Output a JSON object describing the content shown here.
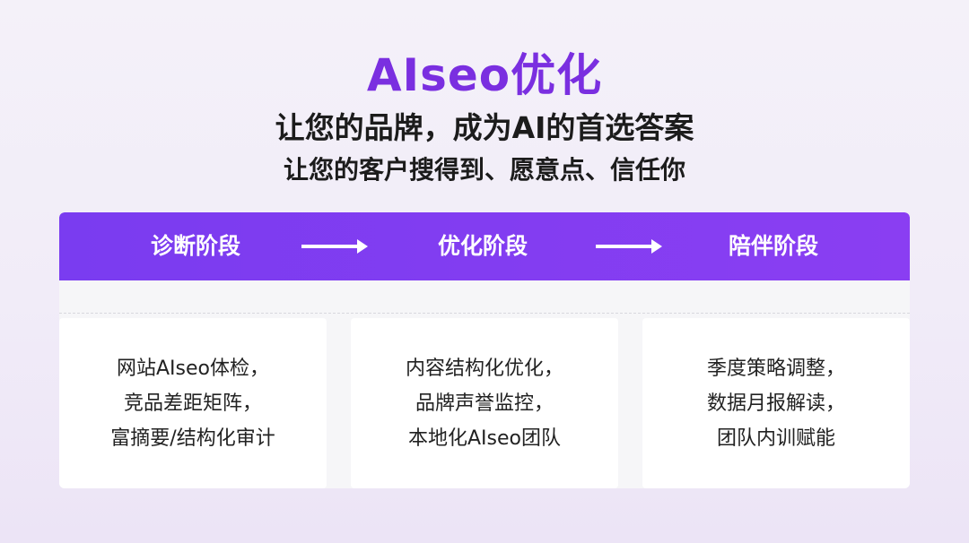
{
  "header": {
    "title": "AIseo优化",
    "subtitle1": "让您的品牌，成为AI的首选答案",
    "subtitle2": "让您的客户搜得到、愿意点、信任你"
  },
  "stages": [
    {
      "label": "诊断阶段",
      "lines": [
        "网站AIseo体检，",
        "竞品差距矩阵，",
        "富摘要/结构化审计"
      ]
    },
    {
      "label": "优化阶段",
      "lines": [
        "内容结构化优化，",
        "品牌声誉监控，",
        "本地化AIseo团队"
      ]
    },
    {
      "label": "陪伴阶段",
      "lines": [
        "季度策略调整，",
        "数据月报解读，",
        "团队内训赋能"
      ]
    }
  ],
  "icons": [
    "arrow-right-icon",
    "arrow-right-icon"
  ],
  "colors": {
    "accent": "#7a2fe0",
    "band": "#7a3cf0",
    "text": "#1c1c1c"
  }
}
